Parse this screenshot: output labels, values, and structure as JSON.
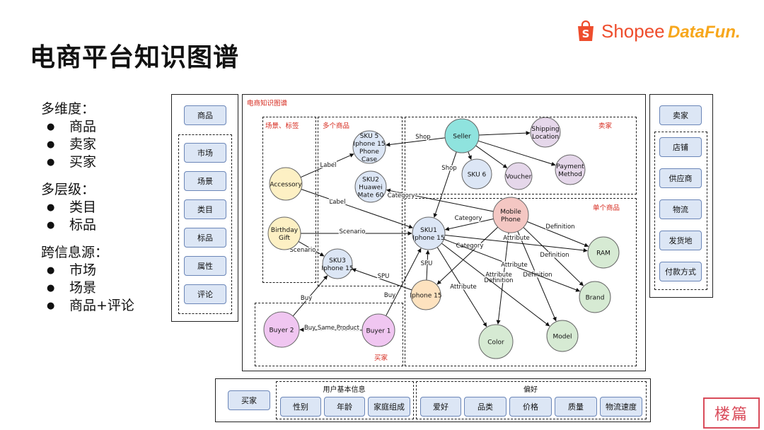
{
  "title": "电商平台知识图谱",
  "logos": {
    "shopee": "Shopee",
    "datafun": "DataFun."
  },
  "left_groups": [
    {
      "head": "多维度：",
      "items": [
        "商品",
        "卖家",
        "买家"
      ]
    },
    {
      "head": "多层级：",
      "items": [
        "类目",
        "标品"
      ]
    },
    {
      "head": "跨信息源：",
      "items": [
        "市场",
        "场景",
        "商品+评论"
      ]
    }
  ],
  "left_panel": {
    "top": "商品",
    "items": [
      "市场",
      "场景",
      "类目",
      "标品",
      "属性",
      "评论"
    ]
  },
  "right_panel": {
    "top": "卖家",
    "items": [
      "店铺",
      "供应商",
      "物流",
      "发货地",
      "付款方式"
    ]
  },
  "graph": {
    "title": "电商知识图谱",
    "regions": {
      "scene": "场景、标签",
      "multi": "多个商品",
      "seller": "卖家",
      "single": "单个商品",
      "buyer": "买家"
    },
    "nodes": [
      {
        "id": "seller",
        "lines": [
          "Seller"
        ],
        "color": "#8fe3de"
      },
      {
        "id": "shipping",
        "lines": [
          "Shipping",
          "Location"
        ],
        "color": "#e5d7ea"
      },
      {
        "id": "payment",
        "lines": [
          "Payment",
          "Method"
        ],
        "color": "#e5d7ea"
      },
      {
        "id": "voucher",
        "lines": [
          "Voucher"
        ],
        "color": "#e5d7ea"
      },
      {
        "id": "sku6",
        "lines": [
          "SKU 6"
        ],
        "color": "#dce6f5"
      },
      {
        "id": "sku5",
        "lines": [
          "SKU 5",
          "Iphone 15",
          "Phone",
          "Case"
        ],
        "color": "#dce6f5"
      },
      {
        "id": "sku2",
        "lines": [
          "SKU2",
          "Huawei",
          "Mate 60"
        ],
        "color": "#dce6f5"
      },
      {
        "id": "accessory",
        "lines": [
          "Accessory"
        ],
        "color": "#fdf0c4"
      },
      {
        "id": "birthday",
        "lines": [
          "Birthday",
          "Gift"
        ],
        "color": "#fdf0c4"
      },
      {
        "id": "sku1",
        "lines": [
          "SKU1",
          "Iphone 15"
        ],
        "color": "#dce6f5"
      },
      {
        "id": "sku3",
        "lines": [
          "SKU3",
          "Iphone 15"
        ],
        "color": "#dce6f5"
      },
      {
        "id": "mobile",
        "lines": [
          "Mobile",
          "Phone"
        ],
        "color": "#f4c7c3"
      },
      {
        "id": "iphone15",
        "lines": [
          "Iphone 15"
        ],
        "color": "#fde2bf"
      },
      {
        "id": "ram",
        "lines": [
          "RAM"
        ],
        "color": "#d6ead3"
      },
      {
        "id": "brand",
        "lines": [
          "Brand"
        ],
        "color": "#d6ead3"
      },
      {
        "id": "model",
        "lines": [
          "Model"
        ],
        "color": "#d6ead3"
      },
      {
        "id": "color",
        "lines": [
          "Color"
        ],
        "color": "#d6ead3"
      },
      {
        "id": "buyer1",
        "lines": [
          "Buyer 1"
        ],
        "color": "#f0c6f1"
      },
      {
        "id": "buyer2",
        "lines": [
          "Buyer 2"
        ],
        "color": "#f0c6f1"
      }
    ],
    "edges": [
      {
        "from": "seller",
        "to": "sku5",
        "label": "Shop"
      },
      {
        "from": "seller",
        "to": "shipping",
        "label": ""
      },
      {
        "from": "seller",
        "to": "payment",
        "label": ""
      },
      {
        "from": "seller",
        "to": "voucher",
        "label": ""
      },
      {
        "from": "seller",
        "to": "sku6",
        "label": ""
      },
      {
        "from": "seller",
        "to": "sku1",
        "label": "Shop"
      },
      {
        "from": "accessory",
        "to": "sku5",
        "label": "Label"
      },
      {
        "from": "accessory",
        "to": "sku1",
        "label": "Label"
      },
      {
        "from": "birthday",
        "to": "sku1",
        "label": "Scenario"
      },
      {
        "from": "birthday",
        "to": "sku3",
        "label": "Scenario"
      },
      {
        "from": "mobile",
        "to": "sku2",
        "label": "Category"
      },
      {
        "from": "mobile",
        "to": "sku1",
        "label": "Category"
      },
      {
        "from": "mobile",
        "to": "iphone15",
        "label": "Category"
      },
      {
        "from": "mobile",
        "to": "ram",
        "label": "Definition"
      },
      {
        "from": "mobile",
        "to": "brand",
        "label": "Definition"
      },
      {
        "from": "mobile",
        "to": "model",
        "label": "Definition"
      },
      {
        "from": "mobile",
        "to": "color",
        "label": "Definition"
      },
      {
        "from": "sku1",
        "to": "ram",
        "label": "Attribute"
      },
      {
        "from": "sku1",
        "to": "brand",
        "label": "Attribute"
      },
      {
        "from": "sku1",
        "to": "model",
        "label": "Attribute"
      },
      {
        "from": "sku1",
        "to": "color",
        "label": "Attribute"
      },
      {
        "from": "iphone15",
        "to": "sku1",
        "label": "SPU"
      },
      {
        "from": "iphone15",
        "to": "sku3",
        "label": "SPU"
      },
      {
        "from": "buyer1",
        "to": "sku1",
        "label": "Buy"
      },
      {
        "from": "buyer2",
        "to": "sku3",
        "label": "Buy"
      },
      {
        "from": "buyer1",
        "to": "buyer2",
        "label": "Buy Same Product"
      }
    ]
  },
  "bottom_panel": {
    "buyer": "买家",
    "basic_group": "用户基本信息",
    "basic_items": [
      "性别",
      "年龄",
      "家庭组成"
    ],
    "pref_group": "偏好",
    "pref_items": [
      "爱好",
      "品类",
      "价格",
      "质量",
      "物流速度"
    ]
  },
  "stamp": "楼篇"
}
